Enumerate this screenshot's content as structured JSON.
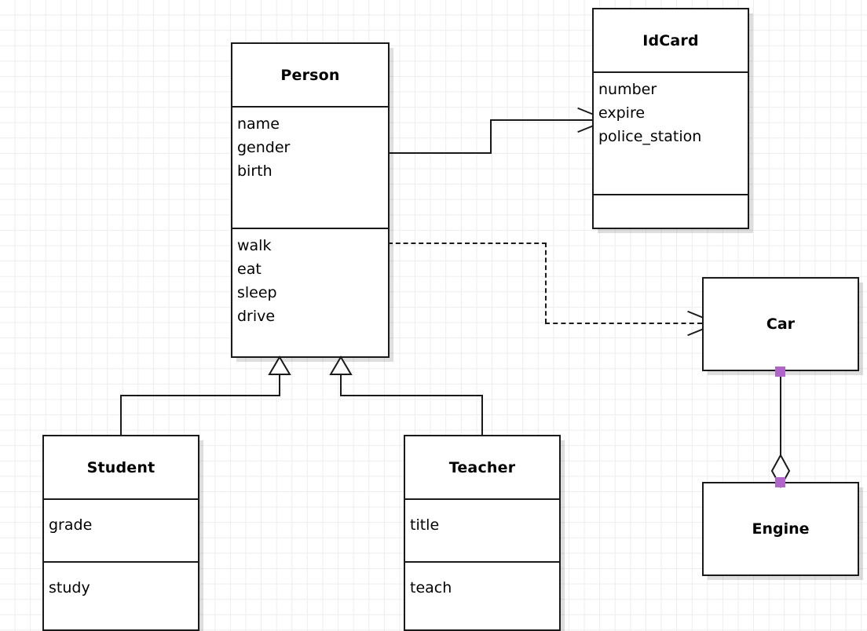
{
  "diagram": {
    "kind": "uml-class-diagram",
    "background": "#ffffff",
    "grid_color": "#ededed",
    "line_color": "#1a1a1a",
    "endpoint_color": "#b066c9"
  },
  "classes": {
    "person": {
      "name": "Person",
      "attributes": [
        "name",
        "gender",
        "birth"
      ],
      "methods": [
        "walk",
        "eat",
        "sleep",
        "drive"
      ]
    },
    "idcard": {
      "name": "IdCard",
      "attributes": [
        "number",
        "expire",
        "police_station"
      ],
      "methods": []
    },
    "student": {
      "name": "Student",
      "attributes": [
        "grade"
      ],
      "methods": [
        "study"
      ]
    },
    "teacher": {
      "name": "Teacher",
      "attributes": [
        "title"
      ],
      "methods": [
        "teach"
      ]
    },
    "car": {
      "name": "Car"
    },
    "engine": {
      "name": "Engine"
    }
  },
  "relationships": [
    {
      "id": "person-idcard",
      "type": "association",
      "style": "solid",
      "arrow": "open",
      "from": "Person",
      "to": "IdCard"
    },
    {
      "id": "person-car",
      "type": "dependency",
      "style": "dashed",
      "arrow": "open",
      "from": "Person",
      "to": "Car"
    },
    {
      "id": "student-person",
      "type": "generalization",
      "style": "solid",
      "arrow": "hollow-triangle",
      "from": "Student",
      "to": "Person"
    },
    {
      "id": "teacher-person",
      "type": "generalization",
      "style": "solid",
      "arrow": "hollow-triangle",
      "from": "Teacher",
      "to": "Person"
    },
    {
      "id": "car-engine",
      "type": "aggregation",
      "style": "solid",
      "arrow": "hollow-diamond",
      "from": "Car",
      "to": "Engine"
    }
  ]
}
